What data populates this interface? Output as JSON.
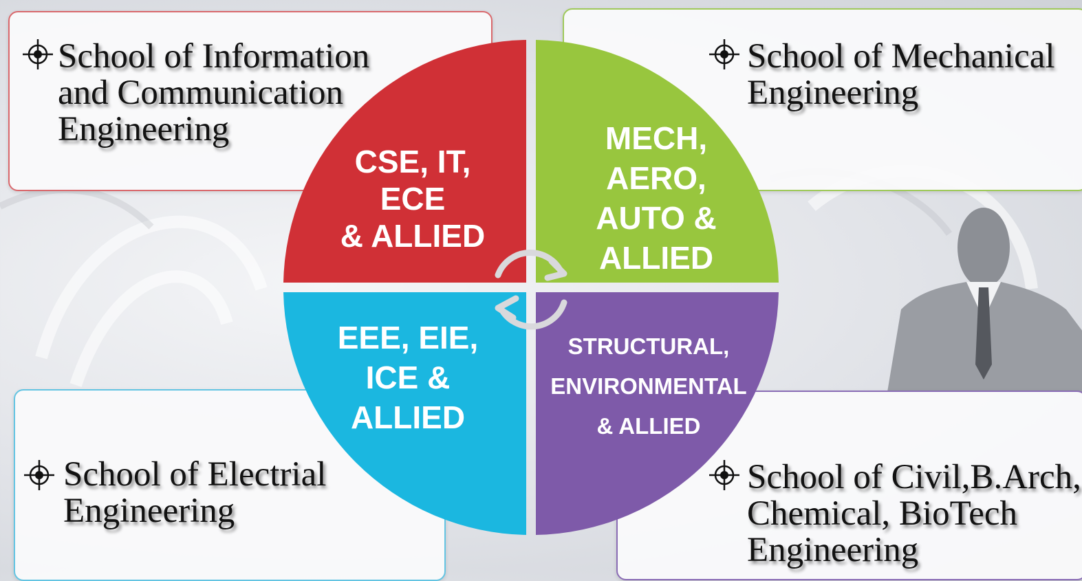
{
  "schools": {
    "top_left": "School of Information\nand Communication\nEngineering",
    "top_right": "School of Mechanical\nEngineering",
    "bottom_left": "School of Electrial\nEngineering",
    "bottom_right": "School of Civil,B.Arch,\nChemical, BioTech\nEngineering"
  },
  "quadrants": {
    "red": "CSE, IT,\nECE\n& ALLIED",
    "green": "MECH,\nAERO,\nAUTO &\nALLIED",
    "blue": "EEE, EIE,\nICE &\nALLIED",
    "purple": "STRUCTURAL,\nENVIRONMENTAL\n& ALLIED"
  },
  "colors": {
    "red": "#d03036",
    "green": "#98c63e",
    "blue": "#1bb7e0",
    "purple": "#7e5aa9"
  },
  "icons": {
    "bullet": "crosshair-target-icon",
    "center": "circular-arrows-icon"
  }
}
